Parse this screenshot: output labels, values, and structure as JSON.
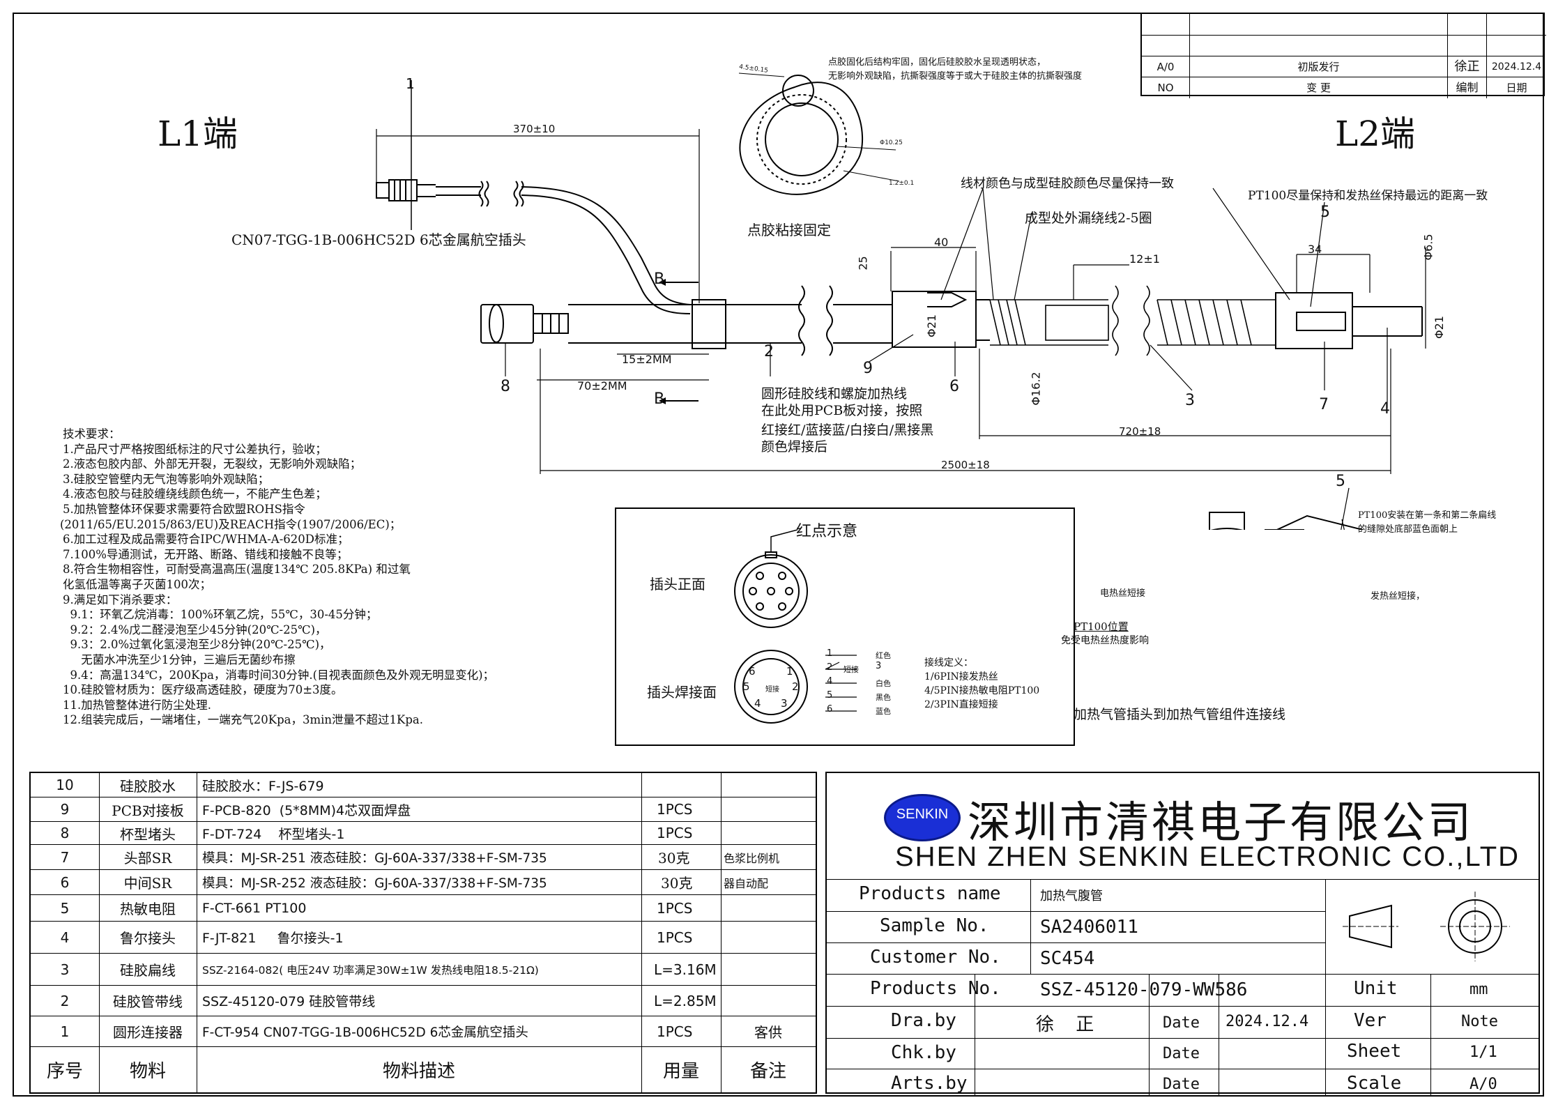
{
  "header": {
    "l1_label": "L1端",
    "l2_label": "L2端"
  },
  "revision": {
    "rows": [
      {
        "code": "A/0",
        "desc": "初版发行",
        "person": "徐正",
        "date": "2024.12.4"
      },
      {
        "code": "NO",
        "desc": "变  更",
        "person": "编制",
        "date": "日期"
      }
    ]
  },
  "drawing": {
    "dim_370": "370±10",
    "callout_1": "1",
    "connector_label": "CN07-TGG-1B-006HC52D 6芯金属航空插头",
    "glue_label": "点胶粘接固定",
    "section_note_1": "点胶固化后结构牢固，固化后硅胶胶水呈现透明状态，",
    "section_note_2": "无影响外观缺陷，抗撕裂强度等于或大于硅胶主体的抗撕裂强度",
    "sec_dim_a": "4.5±0.15",
    "sec_dim_b": "Φ10.25",
    "sec_dim_c": "1.2±0.1",
    "b_top": "B",
    "b_bottom": "B",
    "dim_15": "15±2MM",
    "dim_70": "70±2MM",
    "callout_8": "8",
    "callout_2": "2",
    "pcb_note_1": "圆形硅胶线和螺旋加热线",
    "pcb_note_2": "在此处用PCB板对接，按照",
    "pcb_note_3": "红接红/蓝接蓝/白接白/黑接黑",
    "pcb_note_4": "颜色焊接后",
    "color_note": "线材颜色与成型硅胶颜色尽量保持一致",
    "leak_note": "成型处外漏绕线2-5圈",
    "pt100_note": "PT100尽量保持和发热丝保持最远的距离一致",
    "dim_40": "40",
    "dim_25": "25",
    "dim_12": "12±1",
    "dim_34": "34",
    "dim_phi65": "Φ6.5",
    "dim_phi21a": "Φ21",
    "dim_phi21b": "Φ21",
    "dim_phi162": "Φ16.2",
    "callout_9": "9",
    "callout_6": "6",
    "callout_3": "3",
    "callout_5": "5",
    "callout_7": "7",
    "callout_4": "4",
    "dim_720": "720±18",
    "dim_2500": "2500±18",
    "red_dot": "红点示意",
    "plug_front": "插头正面",
    "plug_solder": "插头焊接面",
    "short_mark": "短接",
    "wire_red": "红色",
    "wire_short": "短接",
    "wire_white": "白色",
    "wire_black": "黑色",
    "wire_blue": "蓝色",
    "pin_def_title": "接线定义：",
    "pin_def_1": "1/6PIN接发热丝",
    "pin_def_2": "4/5PIN接热敏电阻PT100",
    "pin_def_3": "2/3PIN直接短接",
    "pins": [
      "1",
      "2",
      "3",
      "4",
      "5",
      "6"
    ],
    "pt_install_1": "PT100安装在第一条和第二条扁线",
    "pt_install_2": "的缝隙处底部蓝色面朝上",
    "heater_wire_a": "电热丝短接",
    "heater_wire_b": "发热丝短接，",
    "pt_pos_1": "PT100位置",
    "pt_pos_2": "免受电热丝热度影响",
    "assembly_caption": "加热气管插头到加热气管组件连接线",
    "callout_5b": "5"
  },
  "tech": {
    "lines": [
      "技术要求：",
      "1.产品尺寸严格按图纸标注的尺寸公差执行，验收；",
      "2.液态包胶内部、外部无开裂，无裂纹，无影响外观缺陷；",
      "3.硅胶空管壁内无气泡等影响外观缺陷；",
      "4.液态包胶与硅胶缠绕线颜色统一，不能产生色差；",
      "5.加热管整体环保要求需要符合欧盟ROHS指令",
      "(2011/65/EU.2015/863/EU)及REACH指令(1907/2006/EC)；",
      "6.加工过程及成品需要符合IPC/WHMA-A-620D标准；",
      "7.100%导通测试，无开路、断路、错线和接触不良等；",
      "8.符合生物相容性，可耐受高温高压(温度134℃ 205.8KPa) 和过氧",
      "化氢低温等离子灭菌100次；",
      "9.满足如下消杀要求：",
      "  9.1：环氧乙烷消毒：100%环氧乙烷，55℃，30-45分钟；",
      "  9.2：2.4%戊二醛浸泡至少45分钟(20℃-25℃)，",
      "  9.3：2.0%过氧化氢浸泡至少8分钟(20℃-25℃)，",
      "     无菌水冲洗至少1分钟，三遍后无菌纱布擦",
      "  9.4：高温134℃，200Kpa，消毒时间30分钟.(目视表面颜色及外观无明显变化)；",
      "10.硅胶管材质为：医疗级高透硅胶，硬度为70±3度。",
      "11.加热管整体进行防尘处理.",
      "12.组装完成后，一端堵住，一端充气20Kpa，3min泄量不超过1Kpa."
    ]
  },
  "bom": {
    "rows": [
      {
        "no": "10",
        "name": "硅胶胶水",
        "desc": "硅胶胶水：F-JS-679",
        "qty": "",
        "note": ""
      },
      {
        "no": "9",
        "name": "PCB对接板",
        "desc": "F-PCB-820  (5*8MM)4芯双面焊盘",
        "qty": "1PCS",
        "note": ""
      },
      {
        "no": "8",
        "name": "杯型堵头",
        "desc": "F-DT-724    杯型堵头-1",
        "qty": "1PCS",
        "note": ""
      },
      {
        "no": "7",
        "name": "头部SR",
        "desc": "模具：MJ-SR-251 液态硅胶：GJ-60A-337/338+F-SM-735",
        "qty": "30克",
        "note": "色浆比例机"
      },
      {
        "no": "6",
        "name": "中间SR",
        "desc": "模具：MJ-SR-252 液态硅胶：GJ-60A-337/338+F-SM-735",
        "qty": "30克",
        "note": "器自动配"
      },
      {
        "no": "5",
        "name": "热敏电阻",
        "desc": "F-CT-661 PT100",
        "qty": "1PCS",
        "note": ""
      },
      {
        "no": "4",
        "name": "鲁尔接头",
        "desc": "F-JT-821     鲁尔接头-1",
        "qty": "1PCS",
        "note": ""
      },
      {
        "no": "3",
        "name": "硅胶扁线",
        "desc": "SSZ-2164-082( 电压24V 功率满足30W±1W 发热线电阻18.5-21Ω)",
        "qty": "L=3.16M",
        "note": ""
      },
      {
        "no": "2",
        "name": "硅胶管带线",
        "desc": "SSZ-45120-079 硅胶管带线",
        "qty": "L=2.85M",
        "note": ""
      },
      {
        "no": "1",
        "name": "圆形连接器",
        "desc": "F-CT-954 CN07-TGG-1B-006HC52D 6芯金属航空插头",
        "qty": "1PCS",
        "note": "客供"
      }
    ],
    "header": {
      "no": "序号",
      "name": "物料",
      "desc": "物料描述",
      "qty": "用量",
      "note": "备注"
    }
  },
  "titleblock": {
    "logo": "SENKIN",
    "company_cn": "深圳市清祺电子有限公司",
    "company_en": "SHEN ZHEN SENKIN ELECTRONIC CO.,LTD",
    "products_name_label": "Products name",
    "products_name": "加热气腹管",
    "sample_label": "Sample No.",
    "sample": "SA2406011",
    "customer_label": "Customer No.",
    "customer": "SC454",
    "product_no_label": "Products No.",
    "product_no": "SSZ-45120-079-WW586",
    "unit_label": "Unit",
    "unit": "mm",
    "dra_label": "Dra.by",
    "dra": "徐  正",
    "date_label1": "Date",
    "date1": "2024.12.4",
    "ver_label": "Ver",
    "ver": "Note",
    "chk_label": "Chk.by",
    "date_label2": "Date",
    "sheet_label": "Sheet",
    "sheet": "1/1",
    "arts_label": "Arts.by",
    "date_label3": "Date",
    "scale_label": "Scale",
    "scale": "A/0"
  },
  "colors": {
    "ink": "#111111",
    "logo_blue": "#1a2fd6",
    "logo_ring": "#0b1a8a"
  }
}
